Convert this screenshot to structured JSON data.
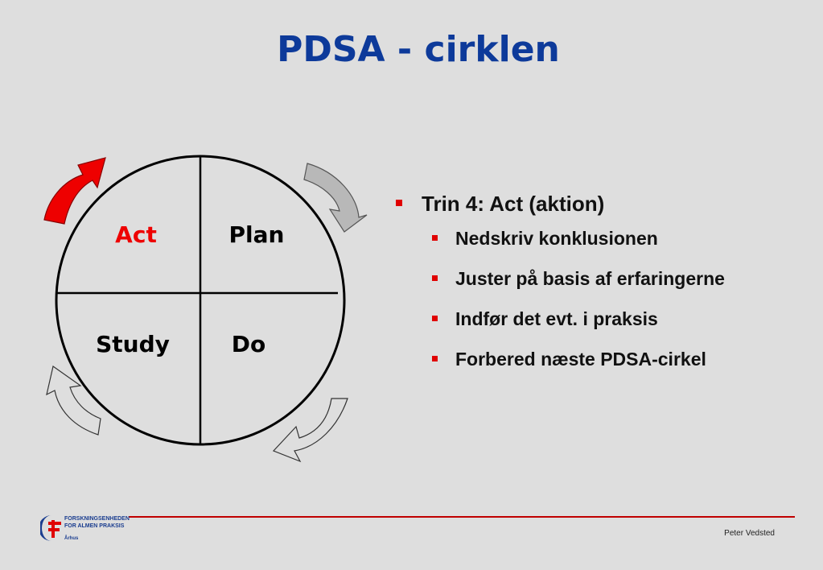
{
  "title": "PDSA - cirklen",
  "cycle": {
    "quadrants": {
      "act": "Act",
      "plan": "Plan",
      "study": "Study",
      "do": "Do"
    },
    "active_phase": "act",
    "active_color": "#ee0000",
    "inactive_arrow_color": "#b8b8b8"
  },
  "bullets": {
    "main": "Trin 4: Act (aktion)",
    "items": [
      "Nedskriv konklusionen",
      "Juster på basis af erfaringerne",
      "Indfør det evt. i praksis",
      "Forbered næste PDSA-cirkel"
    ]
  },
  "footer": {
    "logo_line1": "FORSKNINGSENHEDEN",
    "logo_line2": "FOR ALMEN PRAKSIS",
    "logo_city": "Århus",
    "author": "Peter Vedsted"
  },
  "colors": {
    "title": "#0d3a9a",
    "bullet": "#e00000",
    "footer_line": "#c00000"
  }
}
